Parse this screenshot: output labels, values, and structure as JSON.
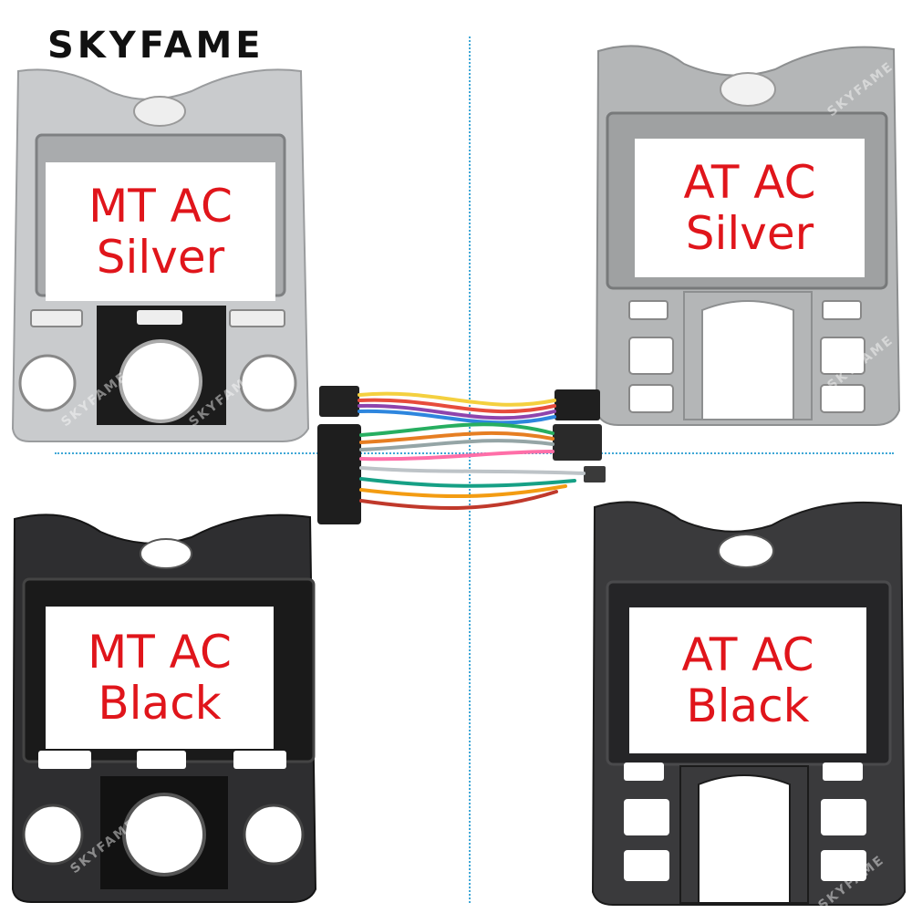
{
  "brand": "SKYFAME",
  "panels": [
    {
      "id": "mt-silver",
      "line1": "MT AC",
      "line2": "Silver",
      "finish": "#c4c6c8"
    },
    {
      "id": "at-silver",
      "line1": "AT AC",
      "line2": "Silver",
      "finish": "#aeb0b1"
    },
    {
      "id": "mt-black",
      "line1": "MT AC",
      "line2": "Black",
      "finish": "#2c2c2e"
    },
    {
      "id": "at-black",
      "line1": "AT AC",
      "line2": "Black",
      "finish": "#3a3a3c"
    }
  ],
  "colors": {
    "label_text": "#e0151b",
    "divider": "#3fa7d6"
  }
}
